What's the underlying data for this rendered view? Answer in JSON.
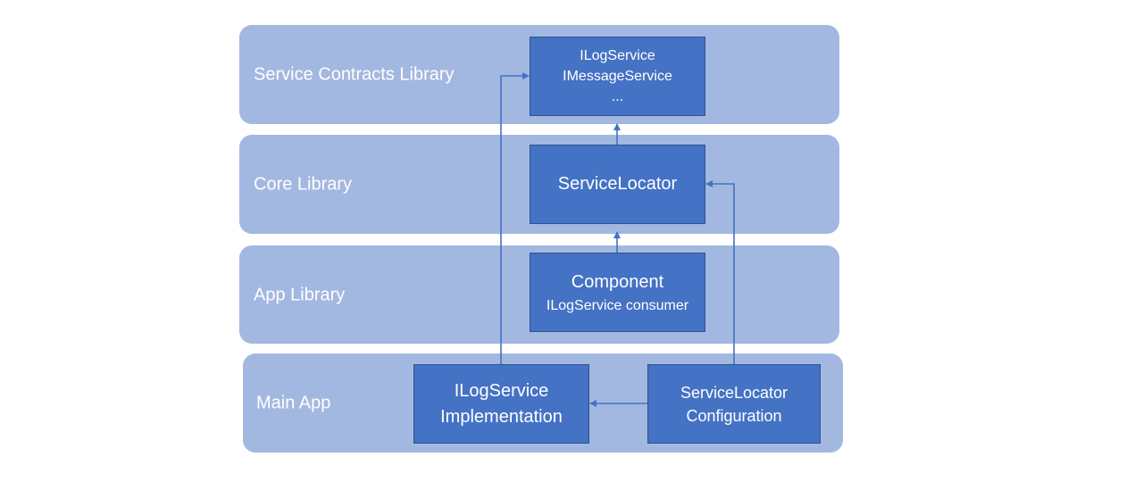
{
  "layers": {
    "contracts": "Service Contracts Library",
    "core": "Core Library",
    "app_library": "App Library",
    "main_app": "Main App"
  },
  "boxes": {
    "contracts": {
      "line1": "ILogService",
      "line2": "IMessageService",
      "line3": "..."
    },
    "service_locator": {
      "line1": "ServiceLocator"
    },
    "component": {
      "line1": "Component",
      "line2": "ILogService consumer"
    },
    "log_impl": {
      "line1": "ILogService",
      "line2": "Implementation"
    },
    "locator_config": {
      "line1": "ServiceLocator",
      "line2": "Configuration"
    }
  },
  "colors": {
    "layer_fill": "#a3b8e0",
    "box_fill": "#4472c4",
    "box_border": "#2f528f",
    "arrow": "#4472c4",
    "text": "#ffffff"
  }
}
